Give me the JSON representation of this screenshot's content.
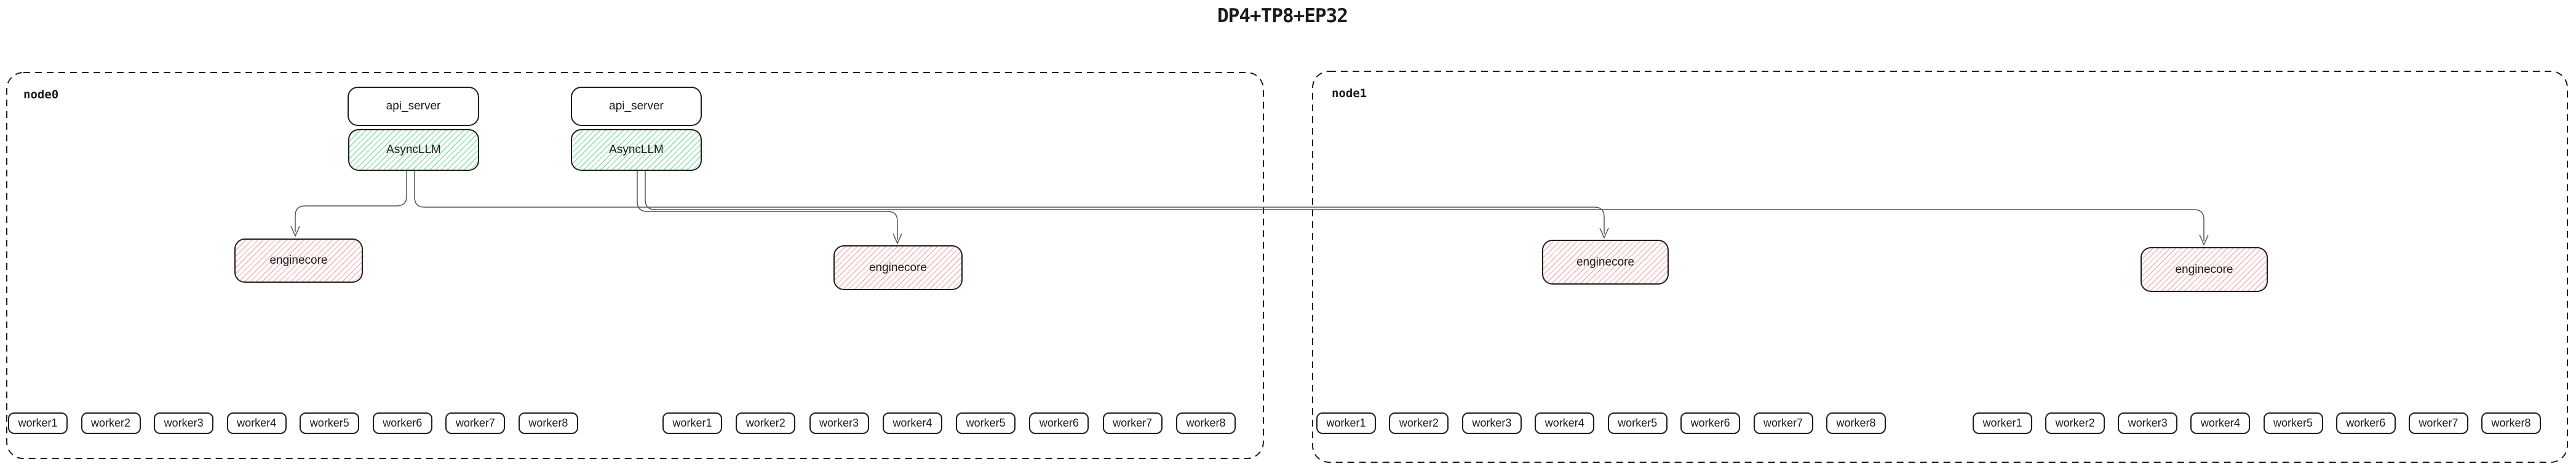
{
  "title": "DP4+TP8+EP32",
  "colors": {
    "background": "#ffffff",
    "box_border": "#1e1e1e",
    "node_border": "#1e1e1e",
    "edge_line": "#555555",
    "async_llm_hatch": "#84e0a8",
    "enginecore_hatch": "#f5b3b1",
    "text": "#1a1a1a"
  },
  "nodes": [
    {
      "label": "node0"
    },
    {
      "label": "node1"
    }
  ],
  "stacks": [
    {
      "api_server": "api_server",
      "async_llm": "AsyncLLM"
    },
    {
      "api_server": "api_server",
      "async_llm": "AsyncLLM"
    }
  ],
  "enginecores": [
    {
      "label": "enginecore",
      "node": "node0"
    },
    {
      "label": "enginecore",
      "node": "node0"
    },
    {
      "label": "enginecore",
      "node": "node1"
    },
    {
      "label": "enginecore",
      "node": "node1"
    }
  ],
  "edges": [
    {
      "from": "AsyncLLM-1",
      "to": "enginecore-1",
      "arrow": "down"
    },
    {
      "from": "AsyncLLM-1",
      "to": "enginecore-3",
      "arrow": "down"
    },
    {
      "from": "AsyncLLM-2",
      "to": "enginecore-2",
      "arrow": "down"
    },
    {
      "from": "AsyncLLM-2",
      "to": "enginecore-4",
      "arrow": "down"
    }
  ],
  "worker_groups": [
    {
      "node": "node0",
      "workers": [
        "worker1",
        "worker2",
        "worker3",
        "worker4",
        "worker5",
        "worker6",
        "worker7",
        "worker8"
      ]
    },
    {
      "node": "node0",
      "workers": [
        "worker1",
        "worker2",
        "worker3",
        "worker4",
        "worker5",
        "worker6",
        "worker7",
        "worker8"
      ]
    },
    {
      "node": "node1",
      "workers": [
        "worker1",
        "worker2",
        "worker3",
        "worker4",
        "worker5",
        "worker6",
        "worker7",
        "worker8"
      ]
    },
    {
      "node": "node1",
      "workers": [
        "worker1",
        "worker2",
        "worker3",
        "worker4",
        "worker5",
        "worker6",
        "worker7",
        "worker8"
      ]
    }
  ]
}
